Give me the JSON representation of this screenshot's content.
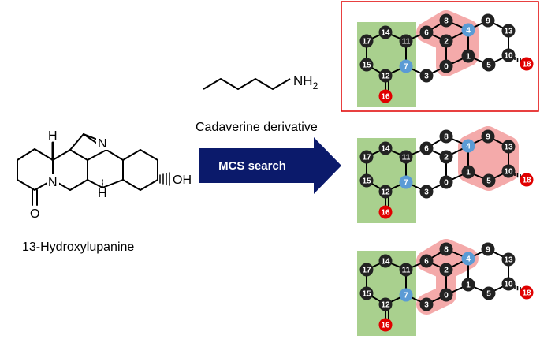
{
  "compound": {
    "name": "13-Hydroxylupanine",
    "atom_labels": {
      "h_top": "H",
      "n_right": "N",
      "n_left": "N",
      "h_bottom": "H",
      "oh": "OH",
      "o": "O"
    }
  },
  "reagent": {
    "name": "Cadaverine derivative",
    "nh": "NH",
    "nh_sub": "2"
  },
  "arrow": {
    "label": "MCS search"
  },
  "colors": {
    "ring_highlight": "#a9d08e",
    "match_highlight": "#f4a6a6",
    "carbon_node": "#222222",
    "nitrogen_node": "#5b9bd5",
    "oxygen_node": "#e00000",
    "arrow": "#0b1a6b",
    "selection_box": "#e00000"
  },
  "graph": {
    "atom_numbers": [
      "0",
      "1",
      "2",
      "3",
      "4",
      "5",
      "6",
      "7",
      "8",
      "9",
      "10",
      "11",
      "12",
      "13",
      "14",
      "15",
      "16",
      "17",
      "18"
    ],
    "nitrogen_atoms": [
      "4",
      "7"
    ],
    "oxygen_atoms": [
      "16",
      "18"
    ]
  },
  "panels": [
    {
      "title": "",
      "selected": true,
      "matched_atoms": [
        "0",
        "1",
        "2",
        "4",
        "6",
        "8"
      ]
    },
    {
      "title": "",
      "selected": false,
      "matched_atoms": [
        "1",
        "4",
        "5",
        "9",
        "10",
        "13"
      ]
    },
    {
      "title": "",
      "selected": false,
      "matched_atoms": [
        "0",
        "2",
        "3",
        "4",
        "6",
        "8"
      ]
    }
  ]
}
